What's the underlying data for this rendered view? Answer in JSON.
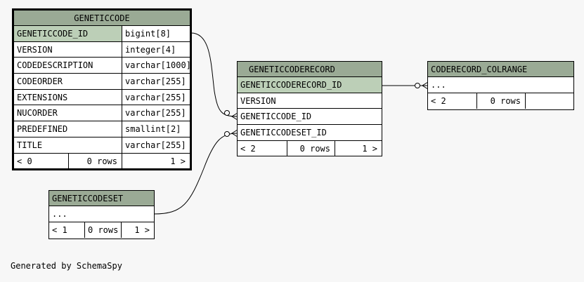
{
  "tables": {
    "geneticcode": {
      "name": "GENETICCODE",
      "columns": [
        {
          "name": "GENETICCODE_ID",
          "type": "bigint[8]"
        },
        {
          "name": "VERSION",
          "type": "integer[4]"
        },
        {
          "name": "CODEDESCRIPTION",
          "type": "varchar[1000]"
        },
        {
          "name": "CODEORDER",
          "type": "varchar[255]"
        },
        {
          "name": "EXTENSIONS",
          "type": "varchar[255]"
        },
        {
          "name": "NUCORDER",
          "type": "varchar[255]"
        },
        {
          "name": "PREDEFINED",
          "type": "smallint[2]"
        },
        {
          "name": "TITLE",
          "type": "varchar[255]"
        }
      ],
      "footer": {
        "parents": "< 0",
        "rows": "0 rows",
        "children": "1 >"
      }
    },
    "geneticcoderecord": {
      "name": "GENETICCODERECORD",
      "columns": [
        "GENETICCODERECORD_ID",
        "VERSION",
        "GENETICCODE_ID",
        "GENETICCODESET_ID"
      ],
      "footer": {
        "parents": "< 2",
        "rows": "0 rows",
        "children": "1 >"
      }
    },
    "coderecord_colrange": {
      "name": "CODERECORD_COLRANGE",
      "ellipsis": "...",
      "footer": {
        "parents": "< 2",
        "rows": "0 rows"
      }
    },
    "geneticcodeset": {
      "name": "GENETICCODESET",
      "ellipsis": "...",
      "footer": {
        "parents": "< 1",
        "rows": "0 rows",
        "children": "1 >"
      }
    }
  },
  "generated_by": "Generated by SchemaSpy"
}
